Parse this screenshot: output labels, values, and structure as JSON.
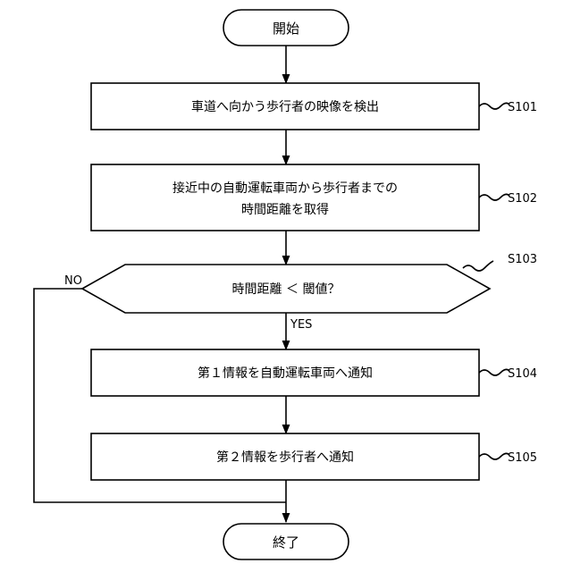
{
  "start": {
    "label": "開始"
  },
  "end": {
    "label": "終了"
  },
  "steps": [
    {
      "id": "S101",
      "lines": [
        "車道へ向かう歩行者の映像を検出"
      ]
    },
    {
      "id": "S102",
      "lines": [
        "接近中の自動運転車両から歩行者までの",
        "時間距離を取得"
      ]
    },
    {
      "id": "S103",
      "lines": [
        "時間距離 ＜ 閾値？"
      ]
    },
    {
      "id": "S104",
      "lines": [
        "第１情報を自動運転車両へ通知"
      ]
    },
    {
      "id": "S105",
      "lines": [
        "第２情報を歩行者へ通知"
      ]
    }
  ],
  "branches": {
    "yes": "YES",
    "no": "NO"
  }
}
